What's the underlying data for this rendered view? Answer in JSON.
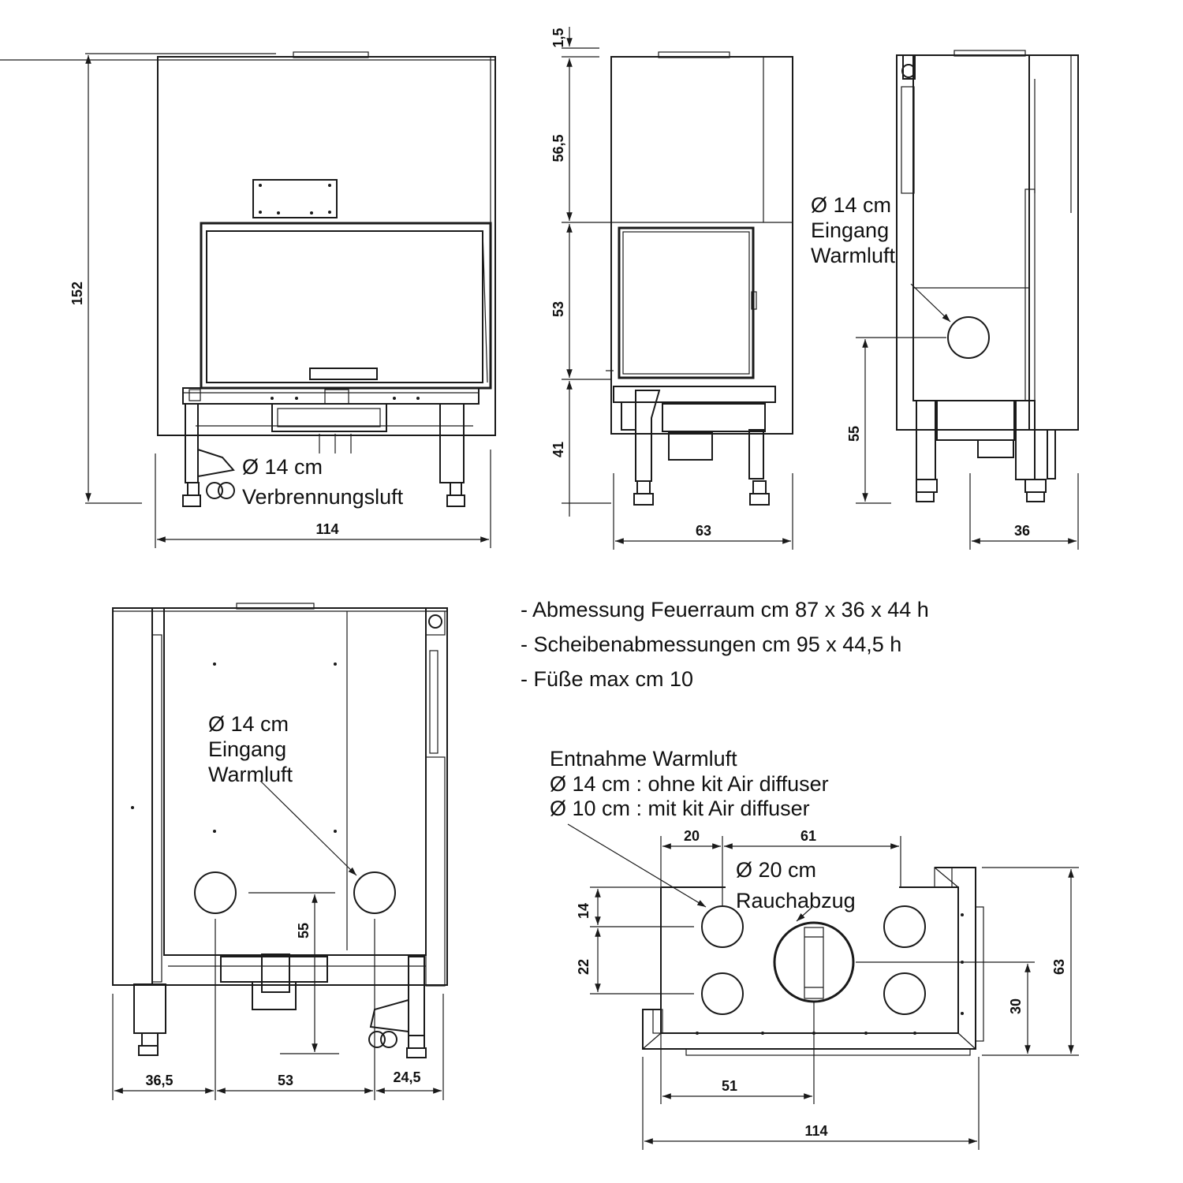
{
  "front_view": {
    "height_total": "152",
    "width_total": "114",
    "air_label_1": "Ø 14 cm",
    "air_label_2": "Verbrennungsluft"
  },
  "side_view": {
    "dim_top": "1,5",
    "dim_upper": "56,5",
    "dim_middle": "53",
    "dim_lower": "41",
    "width_total": "63"
  },
  "right_view": {
    "label_1": "Ø 14 cm",
    "label_2": "Eingang",
    "label_3": "Warmluft",
    "dim_height": "55",
    "dim_width": "36"
  },
  "rear_view": {
    "label_1": "Ø 14 cm",
    "label_2": "Eingang",
    "label_3": "Warmluft",
    "dim_height": "55",
    "dim_left": "36,5",
    "dim_center": "53",
    "dim_right": "24,5"
  },
  "notes": [
    "- Abmessung Feuerraum cm 87 x 36 x 44 h",
    "- Scheibenabmessungen cm  95 x 44,5 h",
    "- Füße max cm 10"
  ],
  "top_view": {
    "title_1": "Entnahme Warmluft",
    "title_2": "Ø 14 cm : ohne kit Air diffuser",
    "title_3": "Ø 10 cm : mit kit Air diffuser",
    "flue_1": "Ø 20 cm",
    "flue_2": "Rauchabzug",
    "dim_left_top": "20",
    "dim_top_span": "61",
    "dim_v_upper": "14",
    "dim_v_lower": "22",
    "dim_right_height": "63",
    "dim_right_inner": "30",
    "dim_bottom_inner": "51",
    "dim_bottom_total": "114"
  }
}
